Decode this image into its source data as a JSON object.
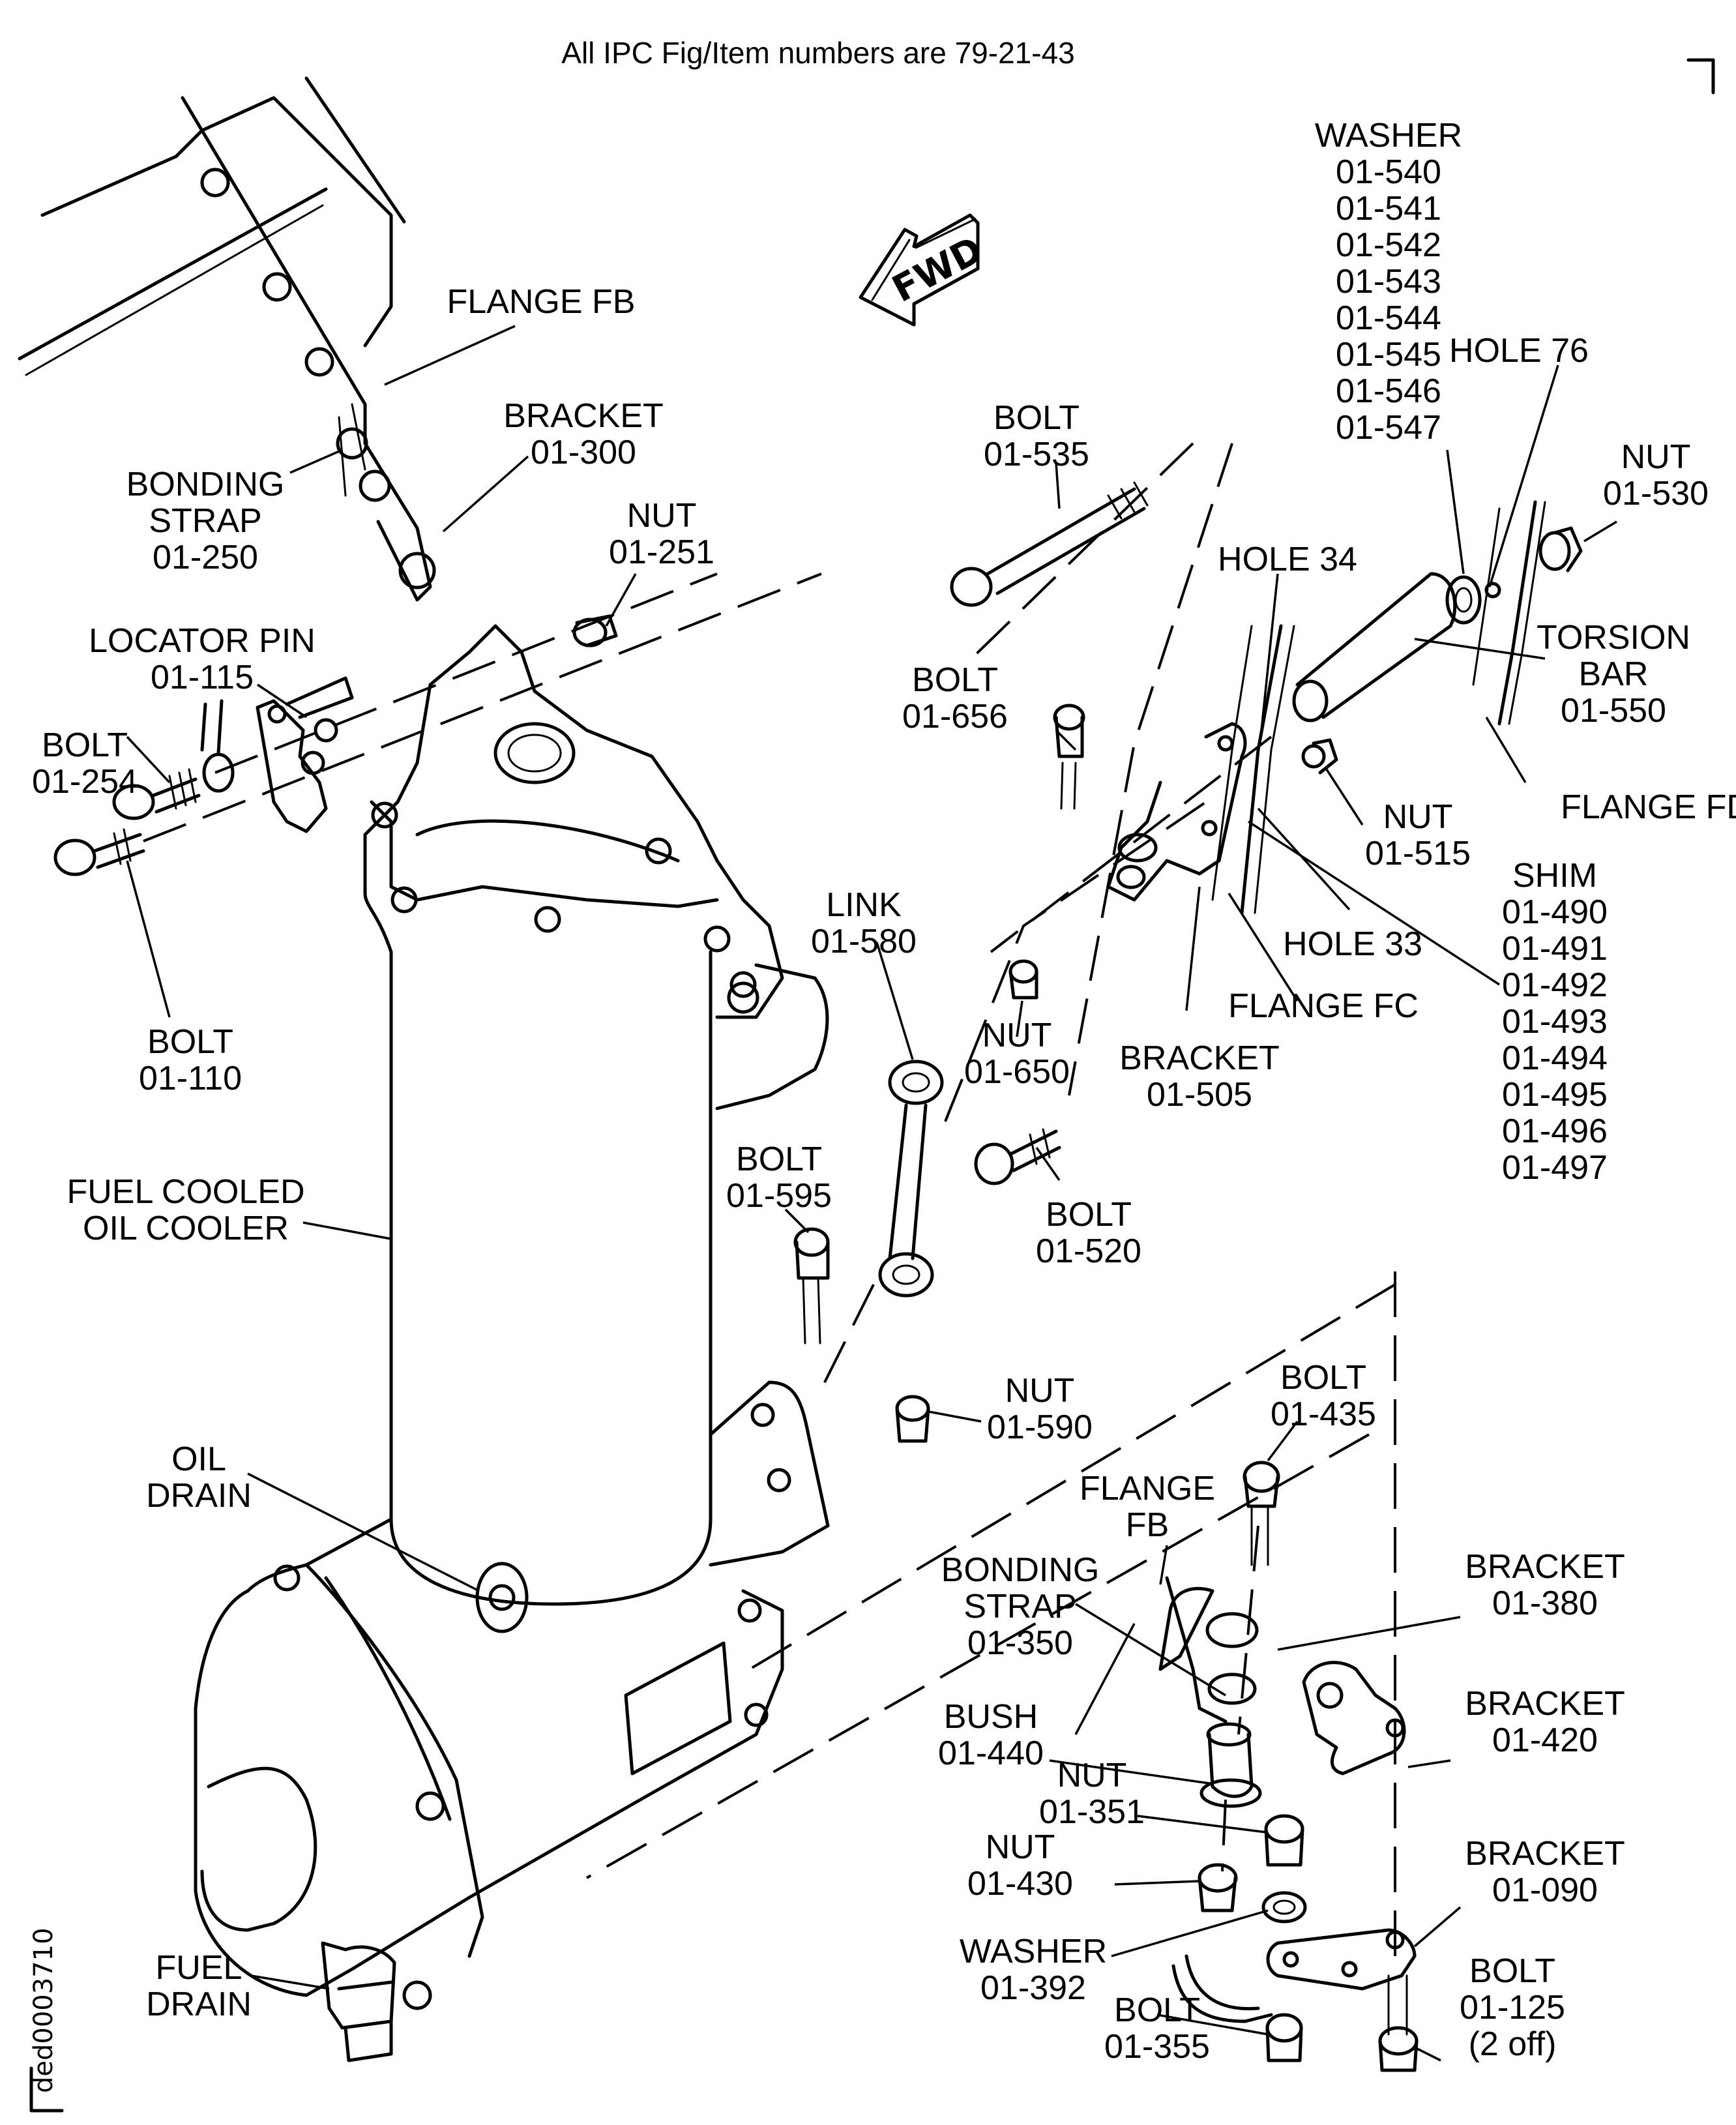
{
  "header": {
    "title": "All IPC Fig/Item numbers are 79-21-43"
  },
  "drawing_code": "ded0003710",
  "direction_indicator": "FWD",
  "callouts": [
    {
      "id": "flange-fb-top",
      "lines": [
        "FLANGE FB"
      ]
    },
    {
      "id": "bracket-300",
      "lines": [
        "BRACKET",
        "01-300"
      ]
    },
    {
      "id": "bonding-strap-250",
      "lines": [
        "BONDING",
        "STRAP",
        "01-250"
      ]
    },
    {
      "id": "nut-251",
      "lines": [
        "NUT",
        "01-251"
      ]
    },
    {
      "id": "locator-pin-115",
      "lines": [
        "LOCATOR PIN",
        "01-115"
      ]
    },
    {
      "id": "bolt-254",
      "lines": [
        "BOLT",
        "01-254"
      ]
    },
    {
      "id": "bolt-110",
      "lines": [
        "BOLT",
        "01-110"
      ]
    },
    {
      "id": "fuel-cooled-oil-cooler",
      "lines": [
        "FUEL COOLED",
        "OIL COOLER"
      ]
    },
    {
      "id": "oil-drain",
      "lines": [
        "OIL",
        "DRAIN"
      ]
    },
    {
      "id": "fuel-drain",
      "lines": [
        "FUEL",
        "DRAIN"
      ]
    },
    {
      "id": "washer-540",
      "lines": [
        "WASHER",
        "01-540",
        "01-541",
        "01-542",
        "01-543",
        "01-544",
        "01-545",
        "01-546",
        "01-547"
      ]
    },
    {
      "id": "hole-76",
      "lines": [
        "HOLE 76"
      ]
    },
    {
      "id": "bolt-535",
      "lines": [
        "BOLT",
        "01-535"
      ]
    },
    {
      "id": "nut-530",
      "lines": [
        "NUT",
        "01-530"
      ]
    },
    {
      "id": "hole-34",
      "lines": [
        "HOLE 34"
      ]
    },
    {
      "id": "torsion-bar-550",
      "lines": [
        "TORSION",
        "BAR",
        "01-550"
      ]
    },
    {
      "id": "bolt-656",
      "lines": [
        "BOLT",
        "01-656"
      ]
    },
    {
      "id": "flange-fd",
      "lines": [
        "FLANGE FD"
      ]
    },
    {
      "id": "nut-515",
      "lines": [
        "NUT",
        "01-515"
      ]
    },
    {
      "id": "shim-490",
      "lines": [
        "SHIM",
        "01-490",
        "01-491",
        "01-492",
        "01-493",
        "01-494",
        "01-495",
        "01-496",
        "01-497"
      ]
    },
    {
      "id": "hole-33",
      "lines": [
        "HOLE 33"
      ]
    },
    {
      "id": "link-580",
      "lines": [
        "LINK",
        "01-580"
      ]
    },
    {
      "id": "flange-fc",
      "lines": [
        "FLANGE FC"
      ]
    },
    {
      "id": "nut-650",
      "lines": [
        "NUT",
        "01-650"
      ]
    },
    {
      "id": "bracket-505",
      "lines": [
        "BRACKET",
        "01-505"
      ]
    },
    {
      "id": "bolt-595",
      "lines": [
        "BOLT",
        "01-595"
      ]
    },
    {
      "id": "bolt-520",
      "lines": [
        "BOLT",
        "01-520"
      ]
    },
    {
      "id": "nut-590",
      "lines": [
        "NUT",
        "01-590"
      ]
    },
    {
      "id": "bolt-435",
      "lines": [
        "BOLT",
        "01-435"
      ]
    },
    {
      "id": "flange-fb-bottom",
      "lines": [
        "FLANGE",
        "FB"
      ]
    },
    {
      "id": "bonding-strap-350",
      "lines": [
        "BONDING",
        "STRAP",
        "01-350"
      ]
    },
    {
      "id": "bracket-380",
      "lines": [
        "BRACKET",
        "01-380"
      ]
    },
    {
      "id": "bracket-420",
      "lines": [
        "BRACKET",
        "01-420"
      ]
    },
    {
      "id": "bush-440",
      "lines": [
        "BUSH",
        "01-440"
      ]
    },
    {
      "id": "nut-351",
      "lines": [
        "NUT",
        "01-351"
      ]
    },
    {
      "id": "nut-430",
      "lines": [
        "NUT",
        "01-430"
      ]
    },
    {
      "id": "bracket-090",
      "lines": [
        "BRACKET",
        "01-090"
      ]
    },
    {
      "id": "washer-392",
      "lines": [
        "WASHER",
        "01-392"
      ]
    },
    {
      "id": "bolt-355",
      "lines": [
        "BOLT",
        "01-355"
      ]
    },
    {
      "id": "bolt-125",
      "lines": [
        "BOLT",
        "01-125",
        "(2 off)"
      ]
    }
  ]
}
